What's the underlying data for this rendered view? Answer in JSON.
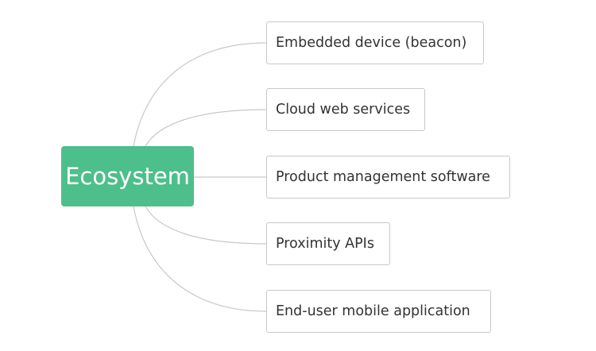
{
  "mindmap": {
    "root": {
      "label": "Ecosystem"
    },
    "children": [
      {
        "label": "Embedded device (beacon)"
      },
      {
        "label": "Cloud web services"
      },
      {
        "label": "Product management software"
      },
      {
        "label": "Proximity APIs"
      },
      {
        "label": "End-user mobile application"
      }
    ]
  },
  "colors": {
    "root_fill": "#4dbf8a",
    "root_text": "#ffffff",
    "node_border": "#c8c8c8",
    "node_text": "#333333",
    "connector": "#c8c8c8"
  }
}
